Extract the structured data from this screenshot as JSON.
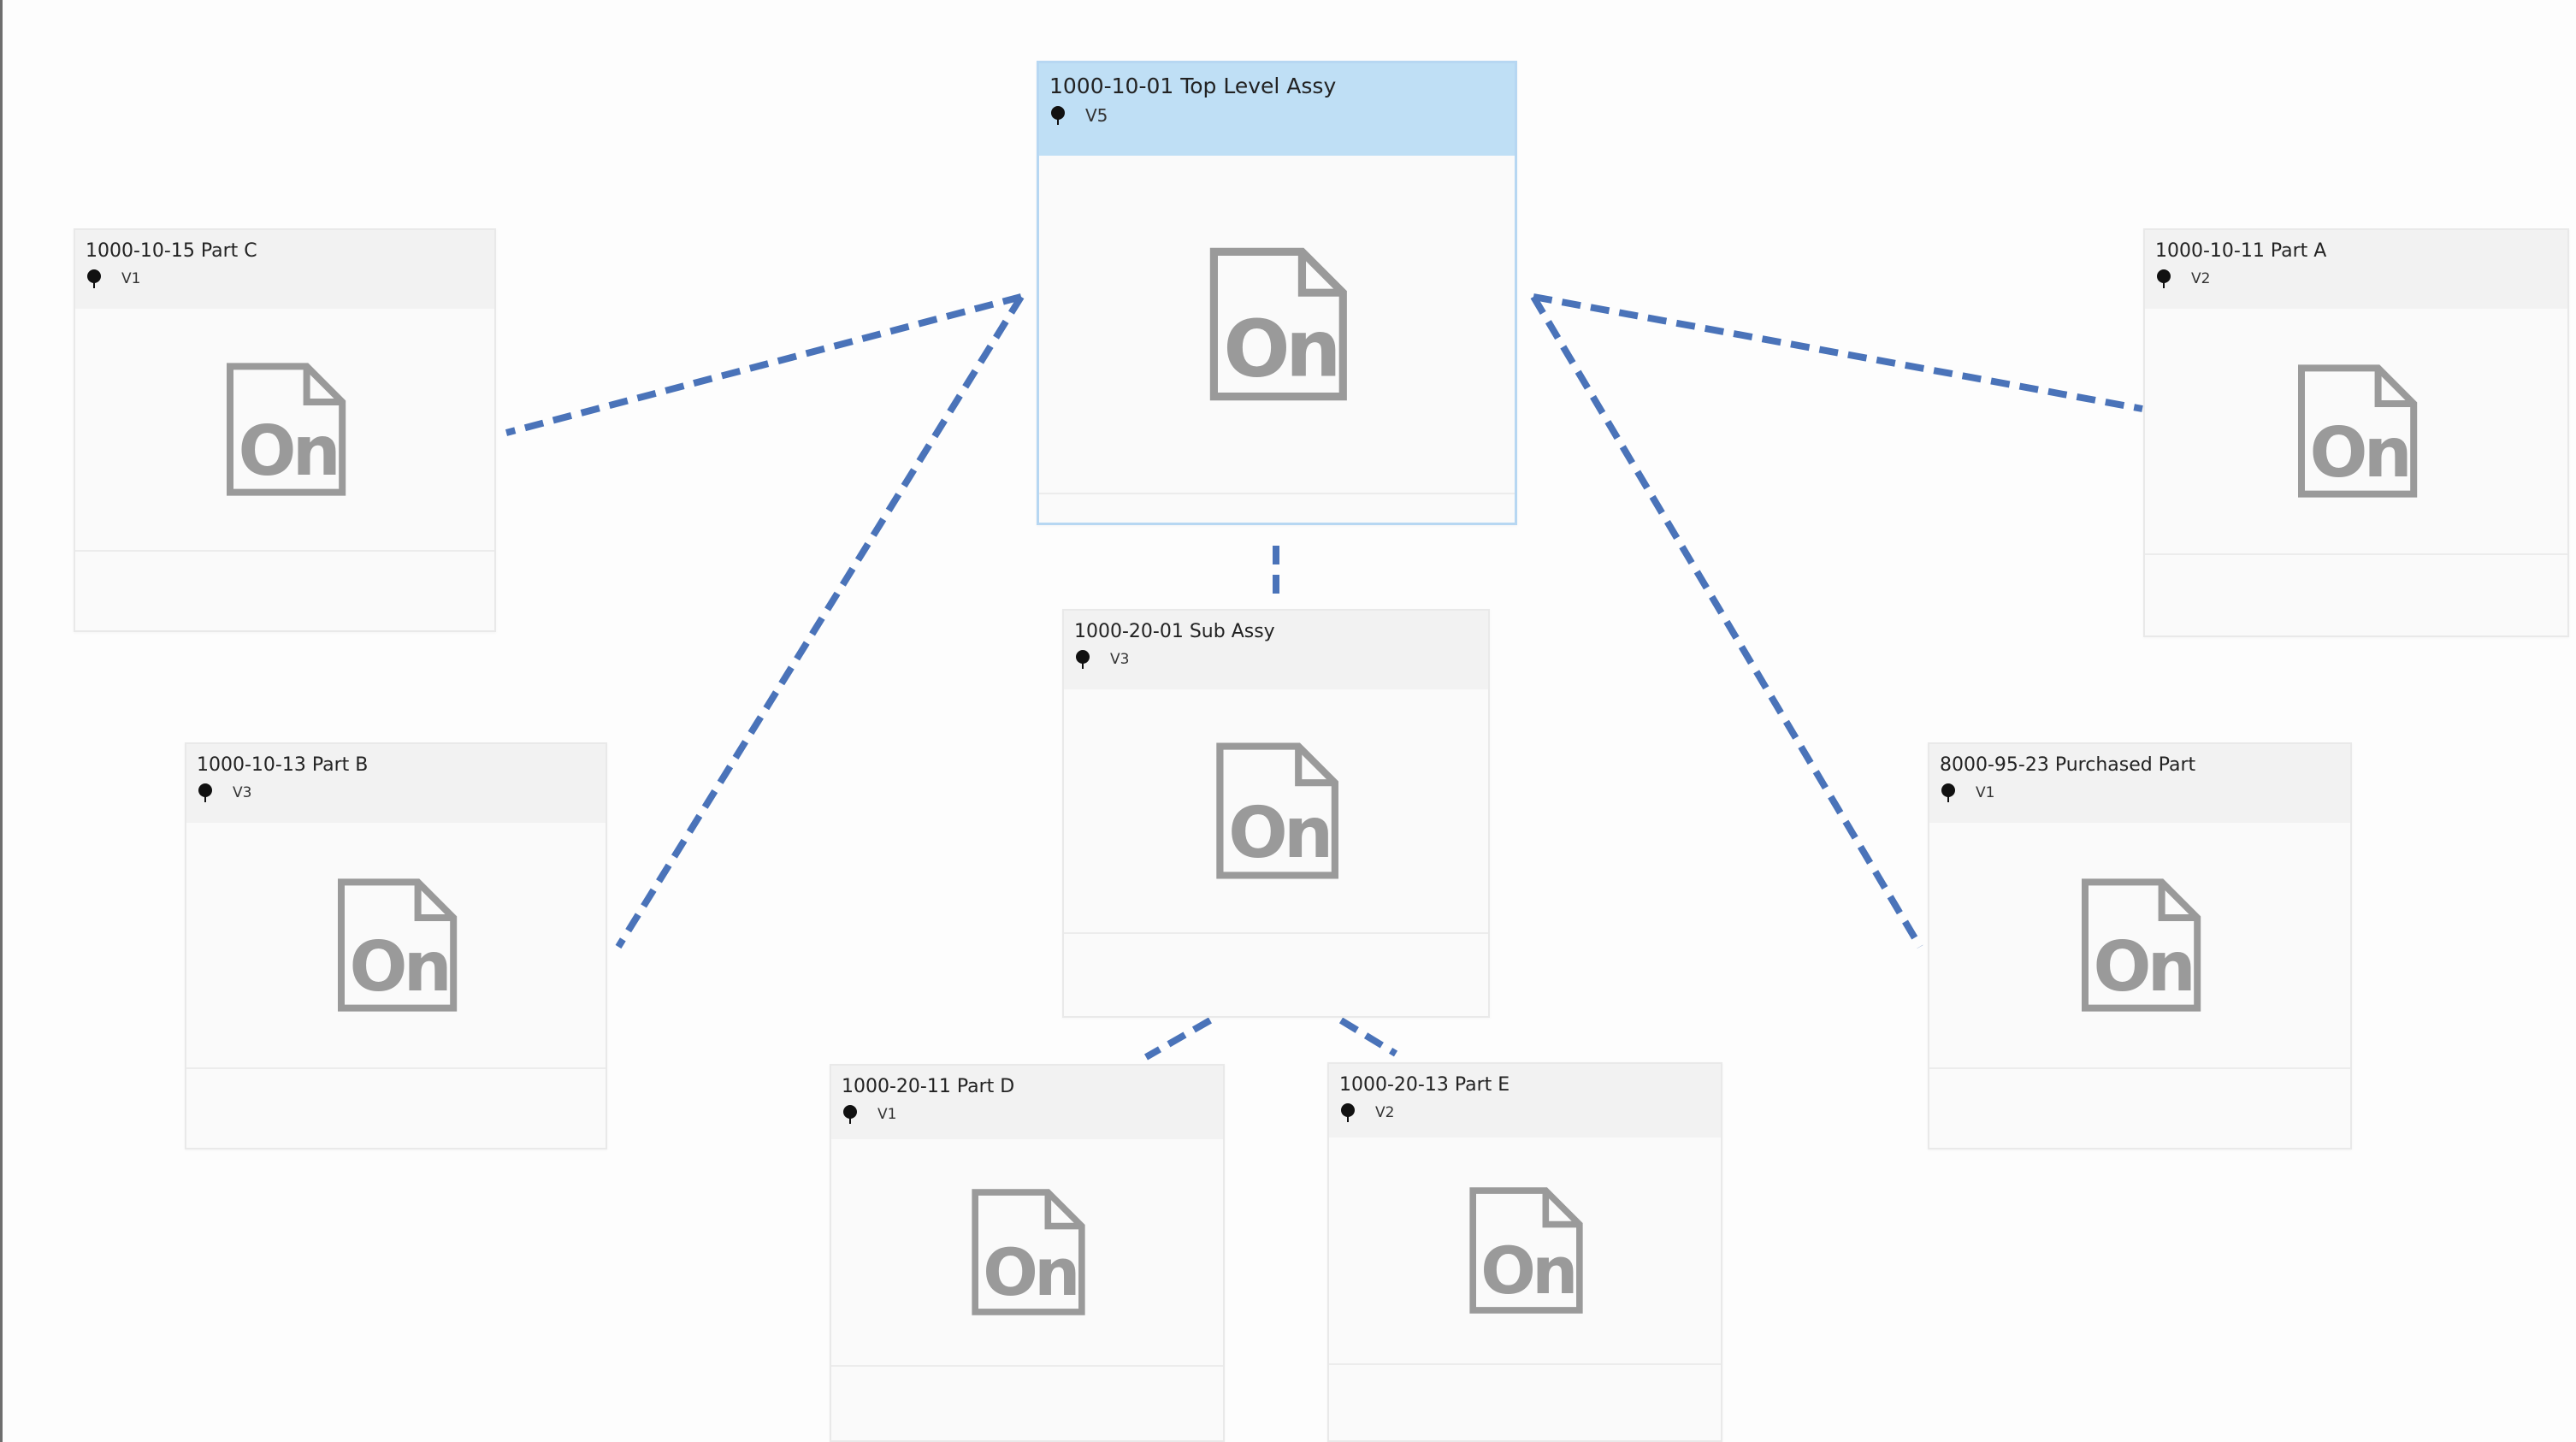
{
  "colors": {
    "connector": "#4a73b9",
    "selected_header": "#bfdff5",
    "icon_gray": "#9a9a9a"
  },
  "icon": {
    "name": "onshape-document-icon",
    "text": "On"
  },
  "cards": {
    "top_level": {
      "title": "1000-10-01 Top Level Assy",
      "version": "V5"
    },
    "part_c": {
      "title": "1000-10-15 Part C",
      "version": "V1"
    },
    "part_a": {
      "title": "1000-10-11 Part A",
      "version": "V2"
    },
    "sub_assy": {
      "title": "1000-20-01 Sub Assy",
      "version": "V3"
    },
    "part_b": {
      "title": "1000-10-13 Part B",
      "version": "V3"
    },
    "purchased": {
      "title": "8000-95-23 Purchased Part",
      "version": "V1"
    },
    "part_d": {
      "title": "1000-20-11 Part D",
      "version": "V1"
    },
    "part_e": {
      "title": "1000-20-13 Part E",
      "version": "V2"
    }
  }
}
